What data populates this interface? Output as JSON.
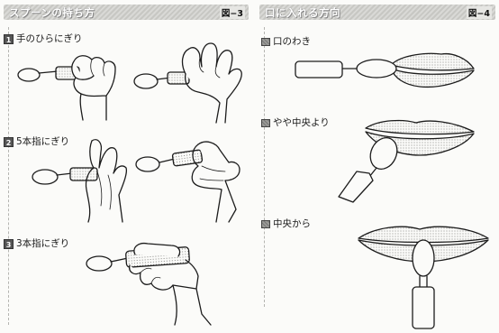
{
  "left": {
    "header_title": "スプーンの持ち方",
    "fig_label": "図−3",
    "sections": [
      {
        "badge": "1",
        "label": "手のひらにぎり"
      },
      {
        "badge": "2",
        "label": "5本指にぎり"
      },
      {
        "badge": "3",
        "label": "3本指にぎり"
      }
    ]
  },
  "right": {
    "header_title": "口に入れる方向",
    "fig_label": "図−4",
    "sections": [
      {
        "label": "口のわき"
      },
      {
        "label": "やや中央より"
      },
      {
        "label": "中央から"
      }
    ]
  }
}
